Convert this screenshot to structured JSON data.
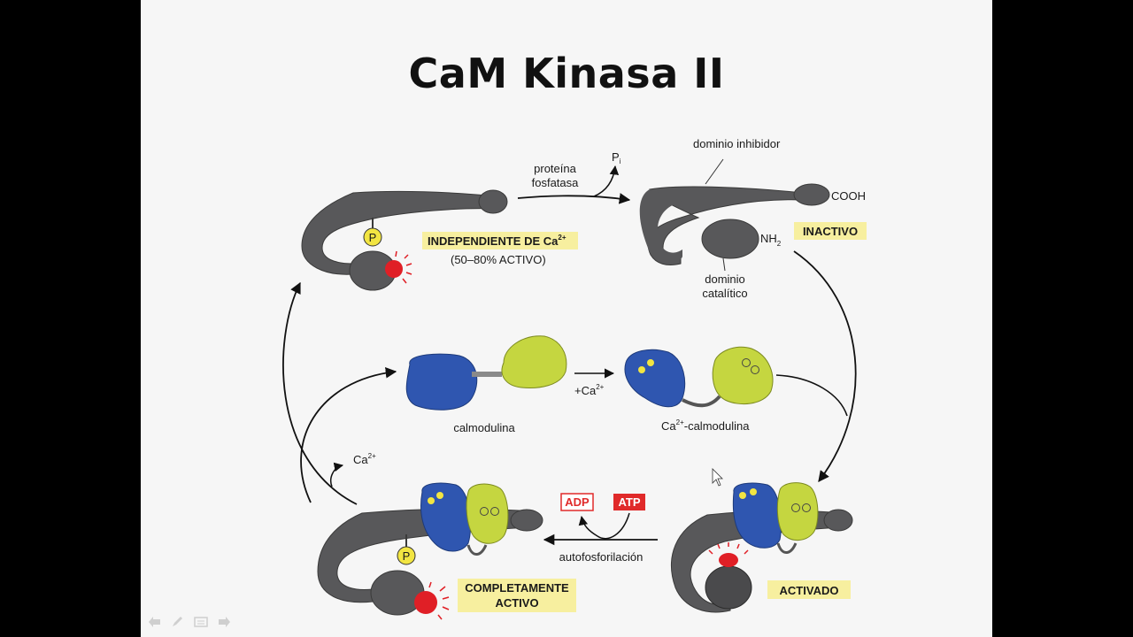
{
  "slide": {
    "title": "CaM Kinasa II"
  },
  "labels": {
    "proteina": "proteína",
    "fosfatasa": "fosfatasa",
    "pi_main": "P",
    "pi_sub": "i",
    "dominio_inhibidor": "dominio inhibidor",
    "cooh": "COOH",
    "nh2_main": "NH",
    "nh2_sub": "2",
    "inactivo": "INACTIVO",
    "dominio": "dominio",
    "catalitico": "catalítico",
    "independiente_main": "INDEPENDIENTE DE Ca",
    "independiente_sup": "2+",
    "porcentaje": "(50–80% ACTIVO)",
    "p_letter": "P",
    "calmodulina": "calmodulina",
    "plus_ca_main": "+Ca",
    "plus_ca_sup": "2+",
    "ca_calmodulina_main": "Ca",
    "ca_calmodulina_sup": "2+",
    "ca_calmodulina_rest": "-calmodulina",
    "ca_release_main": "Ca",
    "ca_release_sup": "2+",
    "adp": "ADP",
    "atp": "ATP",
    "autofosforilacion": "autofosforilación",
    "completamente": "COMPLETAMENTE",
    "activo": "ACTIVO",
    "activado": "ACTIVADO"
  },
  "colors": {
    "kinase_gray": "#58585a",
    "kinase_outline": "#3a3a3a",
    "calmodulin_blue": "#2f56b0",
    "calmodulin_green": "#c5d640",
    "label_highlight": "#f7ef9f",
    "phosphate_yellow": "#f2e542",
    "active_red": "#e01f26",
    "atp_red": "#e02a2a",
    "background": "#f6f6f6"
  },
  "toolbar": {
    "icons": [
      "arrow-left-icon",
      "pen-icon",
      "slides-icon",
      "arrow-right-icon"
    ]
  }
}
